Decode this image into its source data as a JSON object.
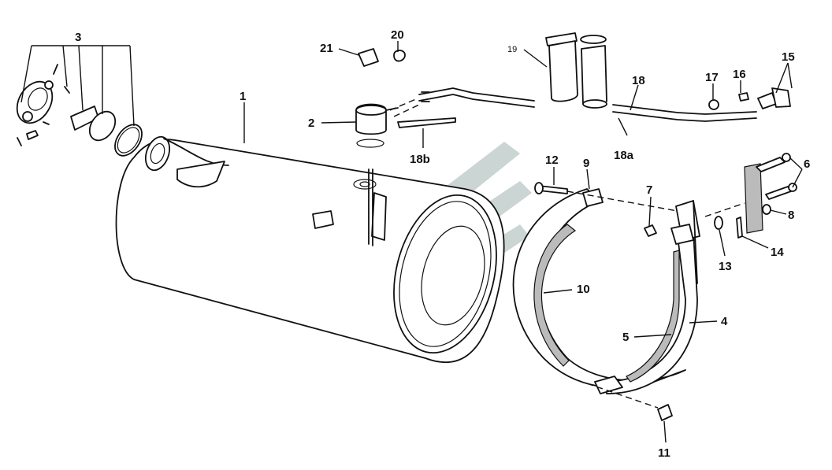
{
  "callouts": {
    "c1": "1",
    "c2": "2",
    "c3": "3",
    "c4": "4",
    "c5": "5",
    "c6": "6",
    "c7": "7",
    "c8": "8",
    "c9": "9",
    "c10": "10",
    "c11": "11",
    "c12": "12",
    "c13": "13",
    "c14": "14",
    "c15": "15",
    "c16": "16",
    "c17": "17",
    "c18": "18",
    "c18a": "18a",
    "c18b": "18b",
    "c19": "19",
    "c20": "20",
    "c21": "21"
  },
  "colors": {
    "line": "#111111",
    "watermark": "#9fb3b0",
    "background": "#ffffff"
  }
}
